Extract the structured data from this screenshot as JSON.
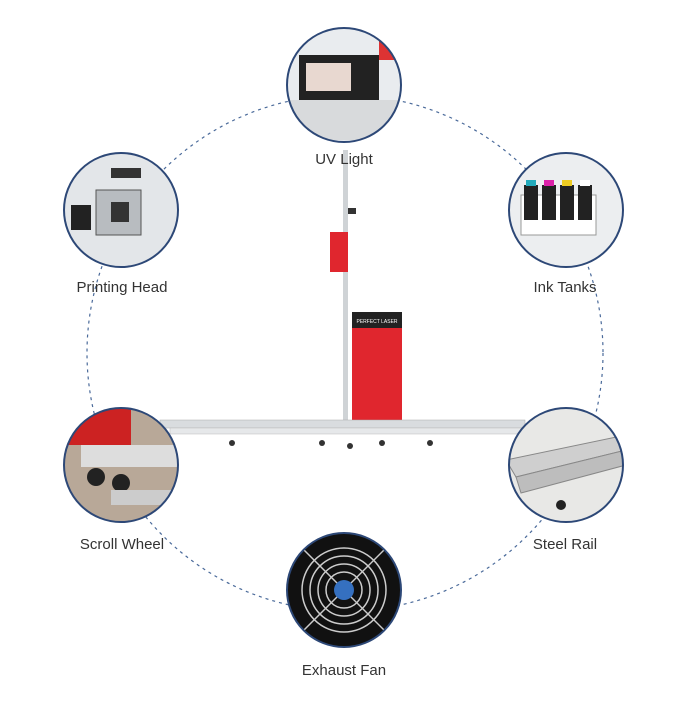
{
  "features": [
    {
      "label": "UV Light",
      "icon": "uv-lamp"
    },
    {
      "label": "Printing Head",
      "icon": "print-head"
    },
    {
      "label": "Ink Tanks",
      "icon": "ink-bottles"
    },
    {
      "label": "Scroll Wheel",
      "icon": "caster-wheel"
    },
    {
      "label": "Steel Rail",
      "icon": "rail"
    },
    {
      "label": "Exhaust Fan",
      "icon": "fan"
    }
  ],
  "brand_label": "PERFECT LASER",
  "colors": {
    "ring": "#2d4877",
    "dashed": "#4a6a9a",
    "cabinet": "#e0262e"
  }
}
